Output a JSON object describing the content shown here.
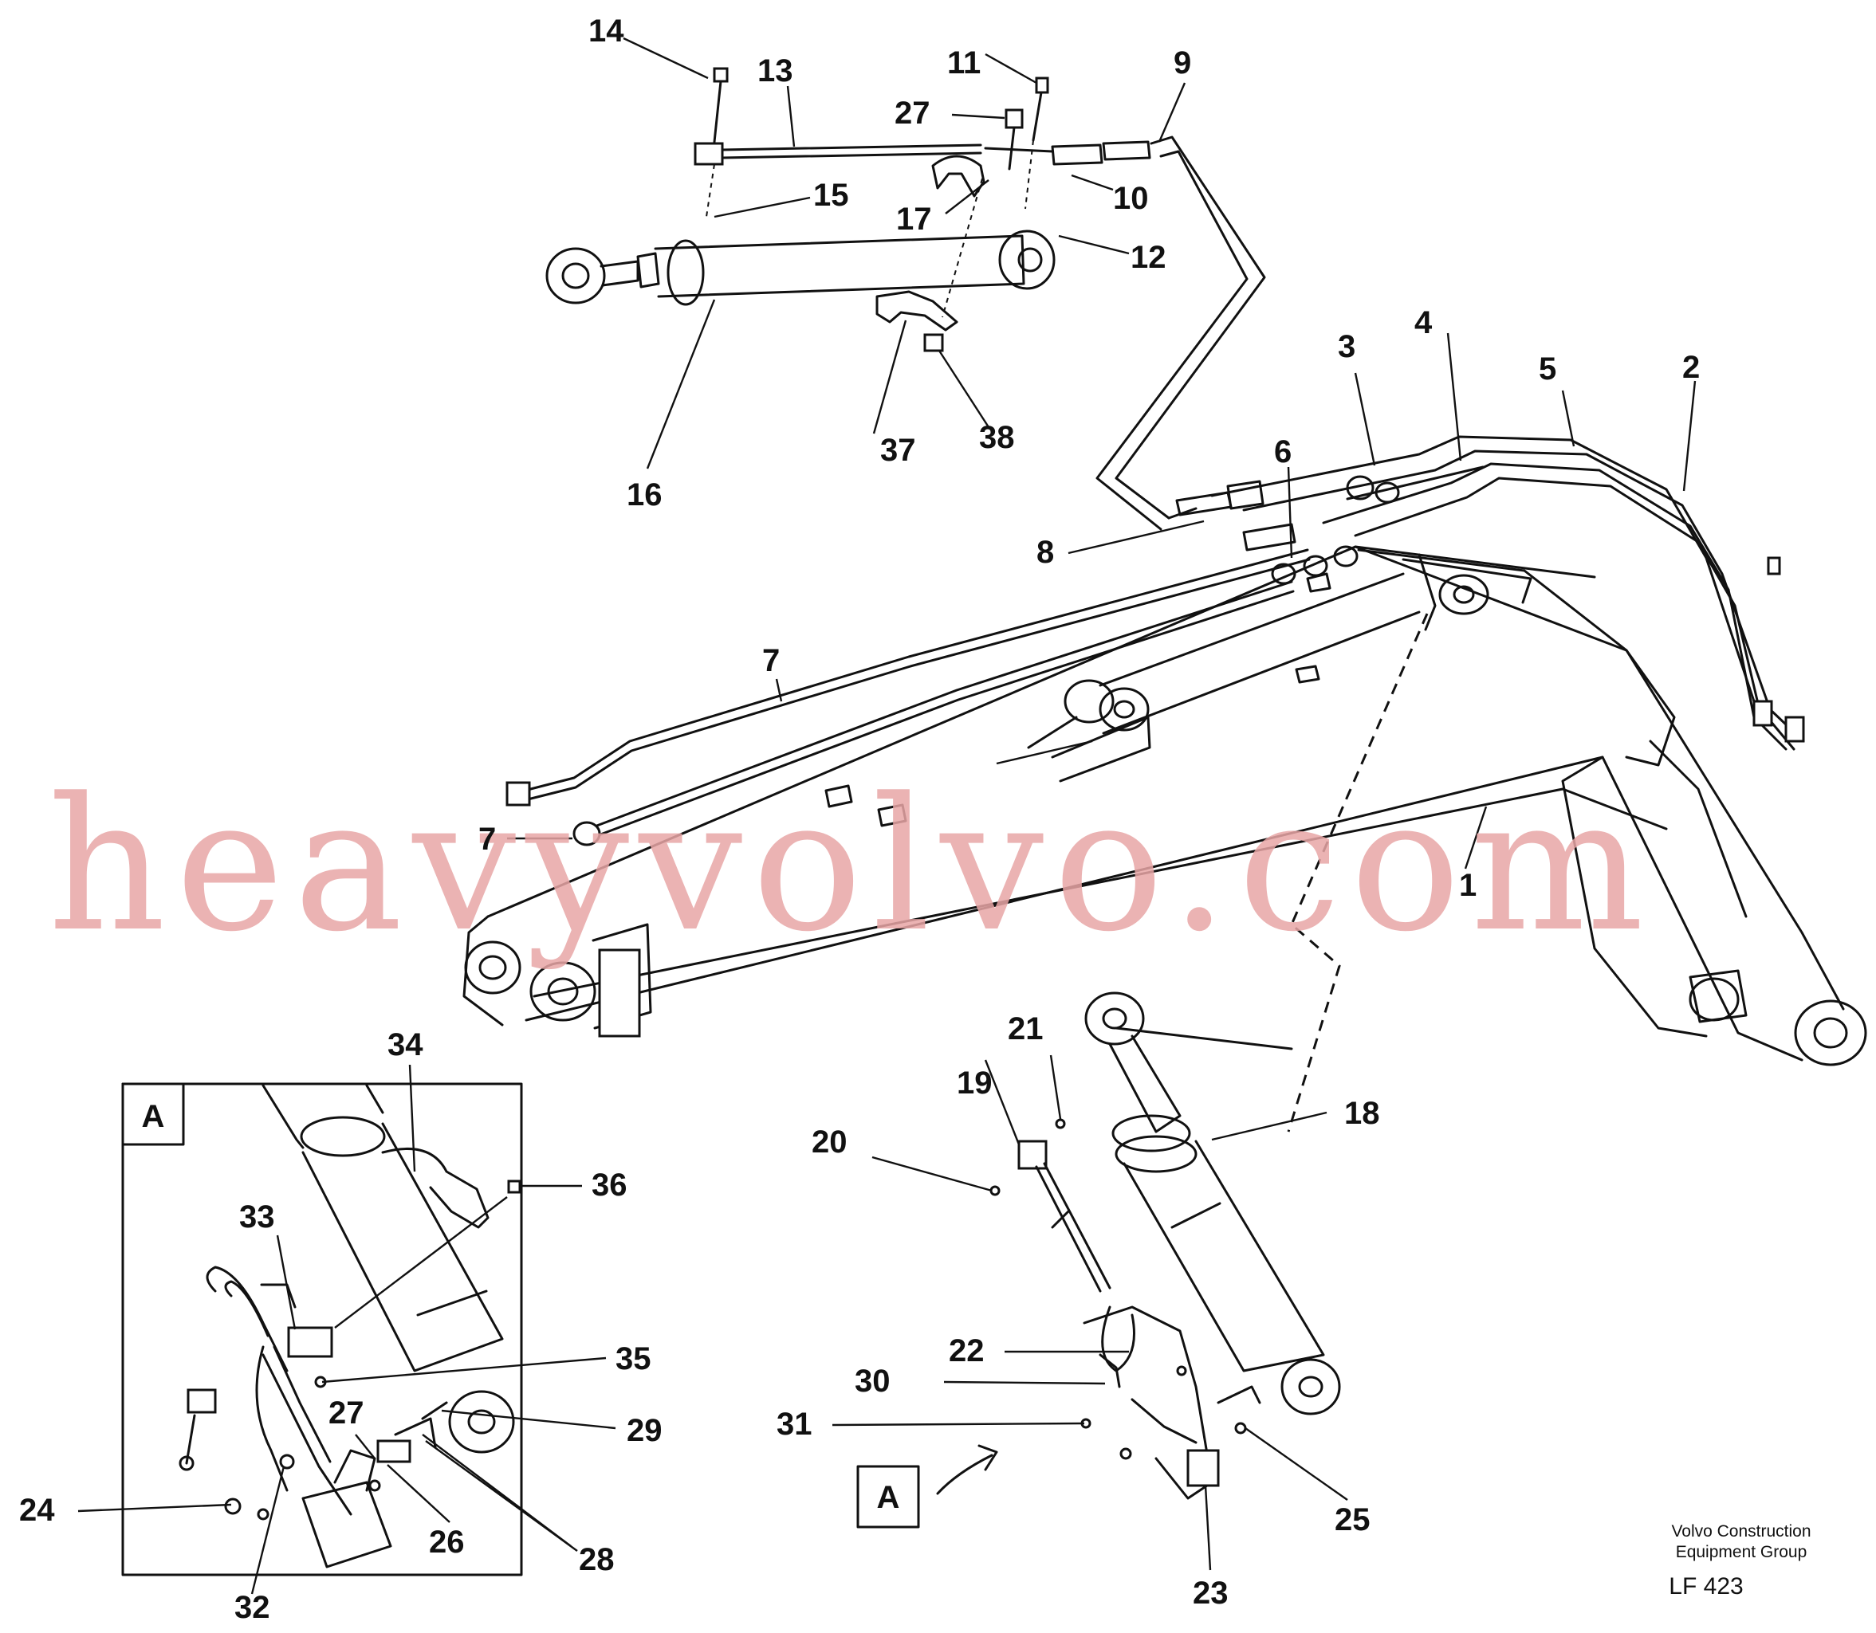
{
  "callouts": {
    "c1": "1",
    "c2": "2",
    "c3": "3",
    "c4": "4",
    "c5": "5",
    "c6": "6",
    "c7a": "7",
    "c7b": "7",
    "c8": "8",
    "c9": "9",
    "c10": "10",
    "c11": "11",
    "c12": "12",
    "c13": "13",
    "c14": "14",
    "c15": "15",
    "c16": "16",
    "c17": "17",
    "c18": "18",
    "c19": "19",
    "c20": "20",
    "c21": "21",
    "c22": "22",
    "c23": "23",
    "c24": "24",
    "c25": "25",
    "c26": "26",
    "c27a": "27",
    "c27b": "27",
    "c28": "28",
    "c29": "29",
    "c30": "30",
    "c31": "31",
    "c32": "32",
    "c33": "33",
    "c34": "34",
    "c35": "35",
    "c36": "36",
    "c37": "37",
    "c38": "38"
  },
  "detail_letter": "A",
  "view_arrow_letter": "A",
  "footer": {
    "company_line1": "Volvo Construction",
    "company_line2": "Equipment Group",
    "code": "LF 423"
  },
  "watermark": {
    "text": "heavyvolvo.com",
    "color": "#e8a6a6"
  }
}
